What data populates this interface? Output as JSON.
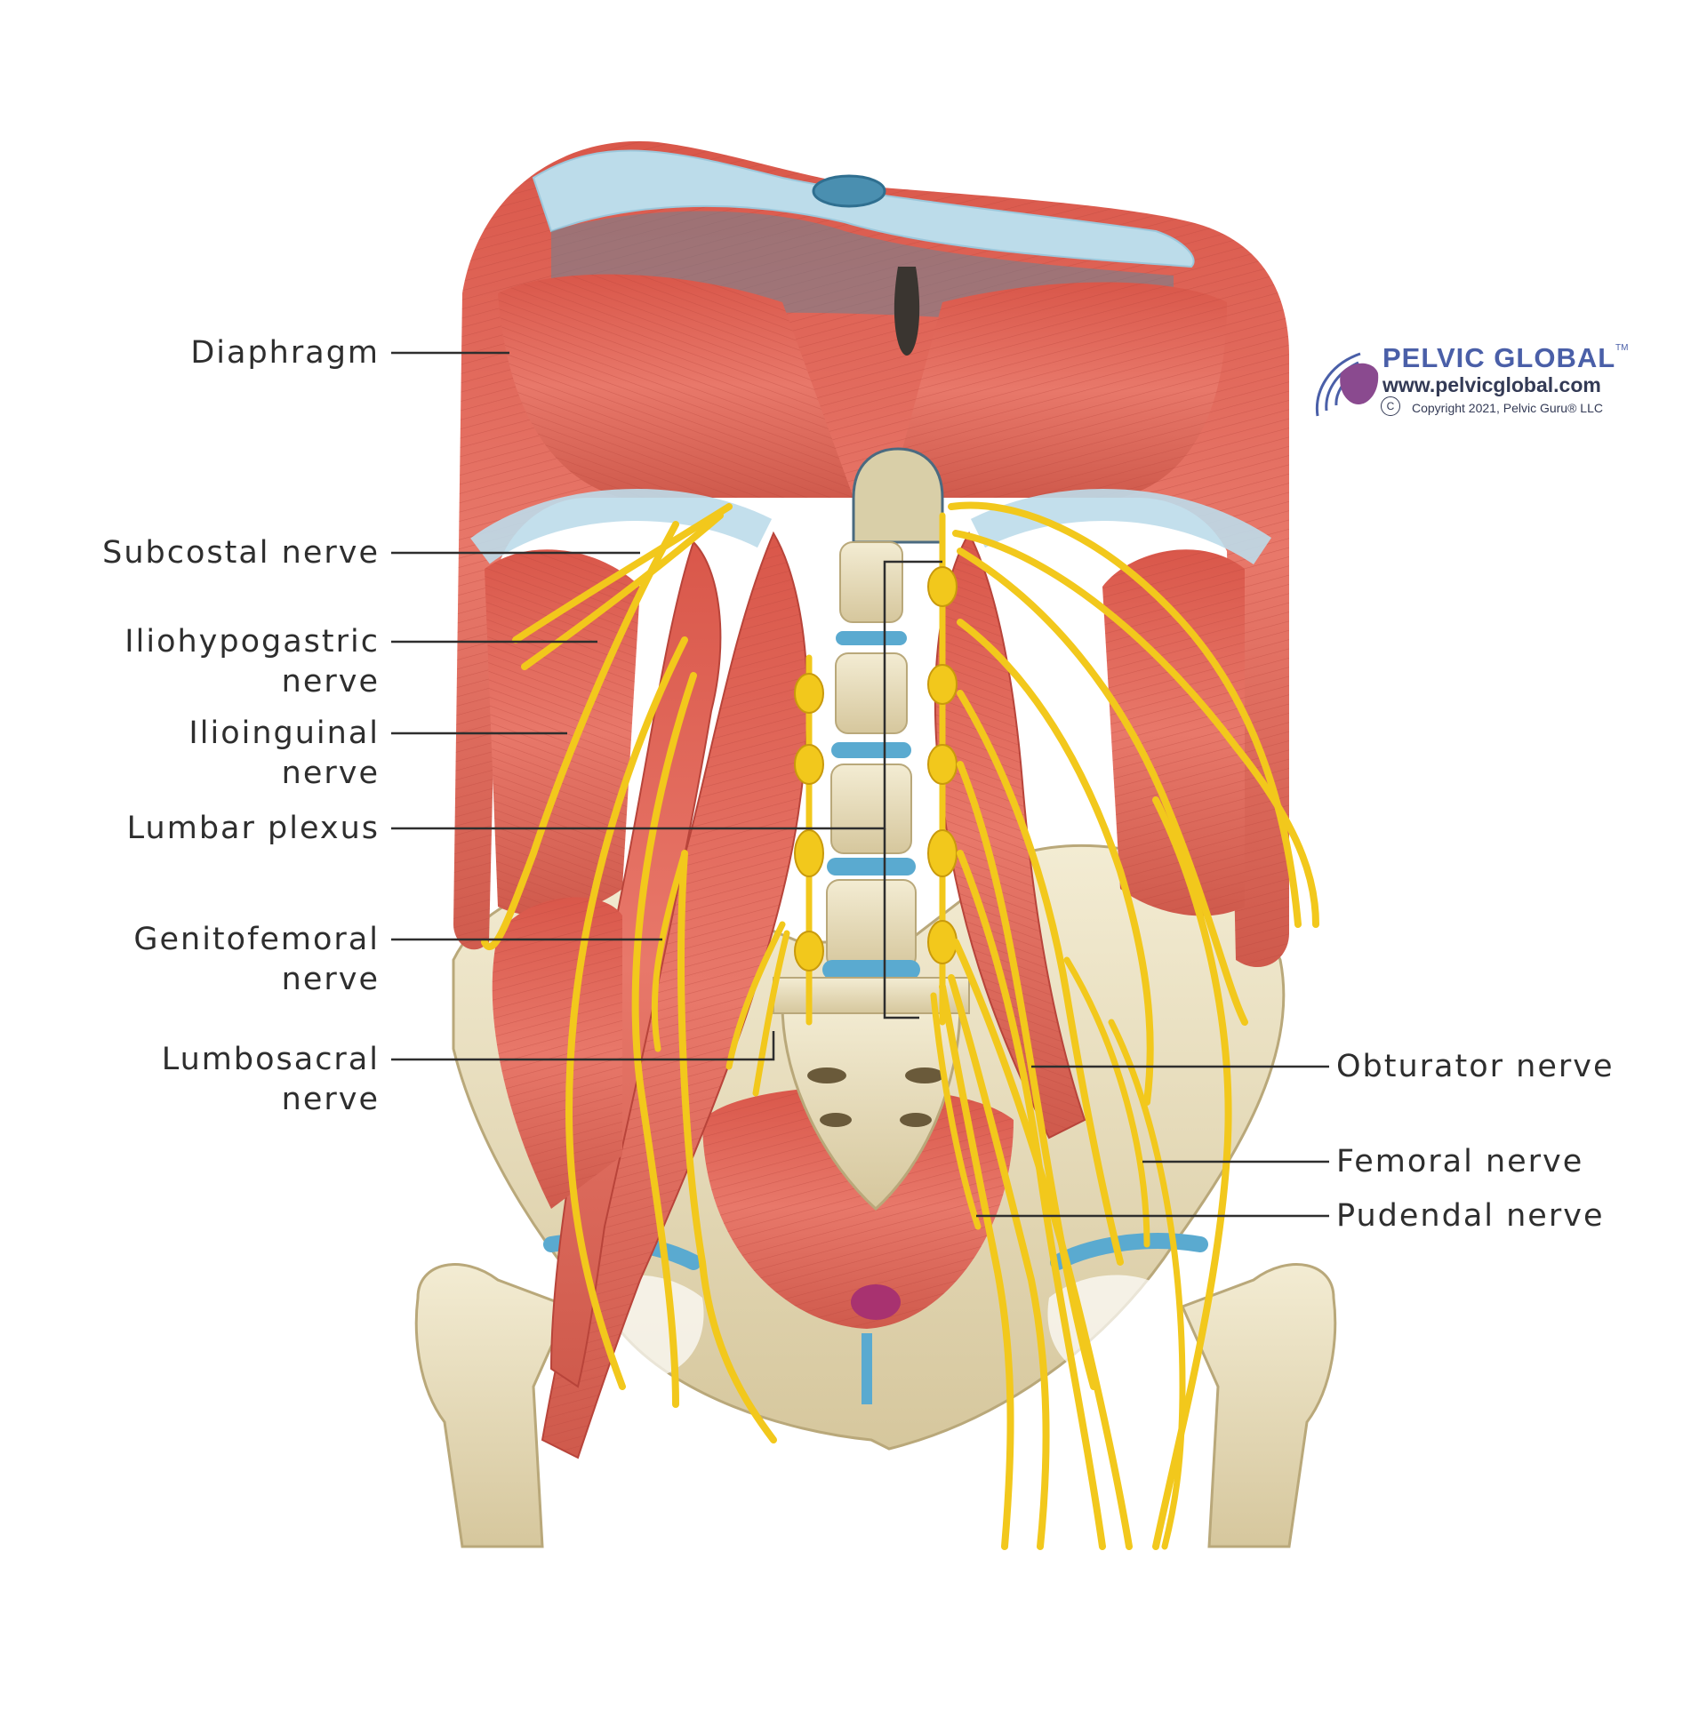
{
  "labels": {
    "diaphragm": "Diaphragm",
    "subcostal": "Subcostal nerve",
    "iliohypogastric_1": "Iliohypogastric",
    "iliohypogastric_2": "nerve",
    "ilioinguinal_1": "Ilioinguinal",
    "ilioinguinal_2": "nerve",
    "lumbar_plexus": "Lumbar plexus",
    "genitofemoral_1": "Genitofemoral",
    "genitofemoral_2": "nerve",
    "lumbosacral_1": "Lumbosacral",
    "lumbosacral_2": "nerve",
    "obturator": "Obturator nerve",
    "femoral": "Femoral nerve",
    "pudendal": "Pudendal nerve"
  },
  "logo": {
    "brand": "PELVIC GLOBAL",
    "tm": "TM",
    "url": "www.pelvicglobal.com",
    "copyright_symbol": "C",
    "copyright": "Copyright 2021, Pelvic Guru® LLC"
  },
  "colors": {
    "muscle": "#e0685a",
    "muscle_dark": "#c24a3f",
    "fascia": "#bcdcea",
    "bone": "#ece3c4",
    "bone_shade": "#d8caa0",
    "nerve": "#f2c81c",
    "nerve_edge": "#c99a0c",
    "disc": "#5aaad0",
    "leader": "#2e2e2e",
    "brand": "#4a5fa8"
  }
}
